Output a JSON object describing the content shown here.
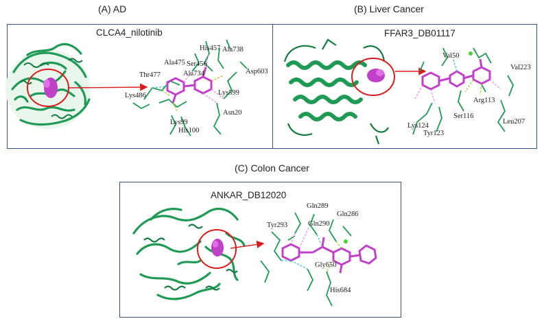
{
  "colors": {
    "protein": "#1f9a55",
    "protein_dark": "#127a3e",
    "ligand": "#c040c8",
    "highlight_circle": "#d81c1c",
    "arrow": "#d81c1c",
    "hbond": "#33c3c3",
    "hydrophobic": "#e68ae0",
    "pi_bond": "#9acd32",
    "frame": "#3a4f86"
  },
  "panels": [
    {
      "caption": "(A) AD",
      "title": "CLCA4_nilotinib",
      "residues": [
        "His457",
        "Ala738",
        "Ala475",
        "Ser456",
        "Thr477",
        "Ala734",
        "Asp603",
        "Lys486",
        "Lys599",
        "Asn20",
        "Lys99",
        "His100"
      ]
    },
    {
      "caption": "(B) Liver Cancer",
      "title": "FFAR3_DB01117",
      "residues": [
        "Val50",
        "Val223",
        "Arg113",
        "Ser116",
        "Leu207",
        "Lys124",
        "Tyr123"
      ]
    },
    {
      "caption": "(C) Colon Cancer",
      "title": "ANKAR_DB12020",
      "residues": [
        "Gln289",
        "Gln286",
        "Tyr293",
        "Gln290",
        "Gly650",
        "His684"
      ]
    }
  ]
}
